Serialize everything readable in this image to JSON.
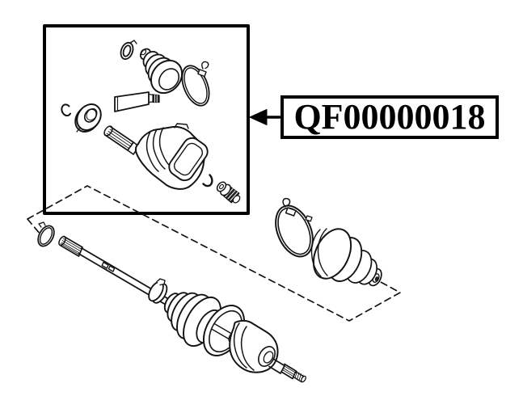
{
  "page": {
    "background": "#ffffff"
  },
  "callout": {
    "label": "QF00000018",
    "border_color": "#000000",
    "text_color": "#000000",
    "points_to": "inner-cv-joint-kit-box"
  },
  "diagram": {
    "line_color": "#141414",
    "boxed_kit": {
      "name": "inner-cv-joint-kit",
      "parts": [
        "snap-ring",
        "inner-cv-boot",
        "boot-clamp",
        "grease-tube",
        "snap-ring-small",
        "dished-washer",
        "inner-cv-joint",
        "retaining-ring",
        "splined-end-cap"
      ]
    },
    "shaft_assembly": {
      "name": "front-drive-shaft-assembly",
      "parts": [
        "boot-clamp-small",
        "splined-shaft-end",
        "drive-shaft",
        "damper-clamp",
        "outer-cv-boot",
        "retainer-ring",
        "outer-cv-joint-housing",
        "threaded-stub-shaft",
        "boot-clamp-large",
        "outer-cv-boot-kit"
      ]
    }
  }
}
